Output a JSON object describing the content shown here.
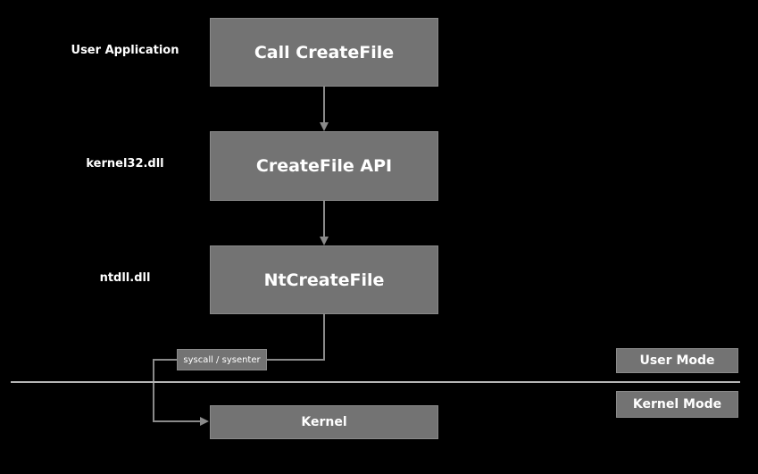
{
  "layers": [
    {
      "label": "User Application",
      "box": "Call CreateFile"
    },
    {
      "label": "kernel32.dll",
      "box": "CreateFile API"
    },
    {
      "label": "ntdll.dll",
      "box": "NtCreateFile"
    }
  ],
  "syscall_label": "syscall / sysenter",
  "kernel_box": "Kernel",
  "modes": {
    "user": "User Mode",
    "kernel": "Kernel Mode"
  },
  "colors": {
    "background": "#000000",
    "box_fill": "#737373",
    "line": "#8a8a8a",
    "divider": "#b5b5b5",
    "text": "#ffffff"
  }
}
